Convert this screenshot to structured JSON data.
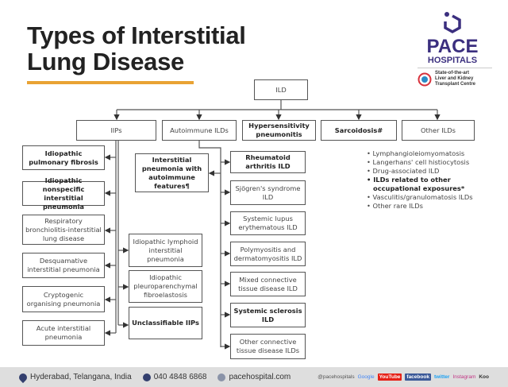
{
  "title": {
    "line1": "Types of Interstitial",
    "line2": "Lung Disease"
  },
  "logo": {
    "name": "PACE",
    "sub": "HOSPITALS",
    "tagline": [
      "State-of-the-art",
      "Liver and Kidney",
      "Transplant Centre"
    ],
    "brand_color": "#3b2f7f",
    "accent_color": "#e9a334"
  },
  "diagram": {
    "root": "ILD",
    "categories": [
      "IIPs",
      "Autoimmune ILDs",
      "Hypersensitivity pneumonitis",
      "Sarcoidosis#",
      "Other ILDs"
    ],
    "iips_left": [
      "Idiopathic pulmonary fibrosis",
      "Idiopathic nonspecific interstitial pneumonia",
      "Respiratory bronchiolitis-interstitial lung disease",
      "Desquamative interstitial pneumonia",
      "Cryptogenic organising pneumonia",
      "Acute interstitial pneumonia"
    ],
    "iips_right": [
      "Idiopathic lymphoid interstitial pneumonia",
      "Idiopathic pleuroparenchymal fibroelastosis",
      "Unclassifiable IIPs"
    ],
    "ipaf": "Interstitial pneumonia with autoimmune features¶",
    "autoimmune": [
      "Rheumatoid arthritis ILD",
      "Sjögren's syndrome ILD",
      "Systemic lupus erythematous ILD",
      "Polymyositis and dermatomyositis ILD",
      "Mixed connective tissue disease ILD",
      "Systemic sclerosis ILD",
      "Other connective tissue disease ILDs"
    ],
    "other_ilds": [
      "Lymphangioleiomyomatosis",
      "Langerhans' cell histiocytosis",
      "Drug-associated ILD",
      "ILDs related to other occupational exposures*",
      "Vasculitis/granulomatosis ILDs",
      "Other rare ILDs"
    ]
  },
  "footer": {
    "location": "Hyderabad, Telangana, India",
    "phone": "040 4848 6868",
    "website": "pacehospital.com",
    "handle": "@pacehospitals",
    "socials": [
      "Google",
      "YouTube",
      "facebook",
      "twitter",
      "Instagram",
      "Koo"
    ]
  }
}
